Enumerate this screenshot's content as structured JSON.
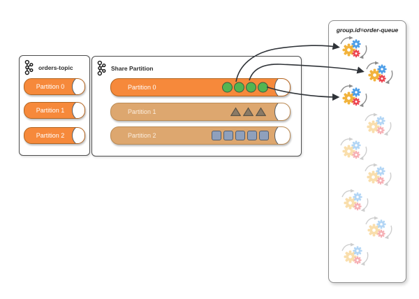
{
  "diagram": {
    "orders_topic": {
      "icon": "kafka-logo-icon",
      "title": "orders-topic",
      "partitions": [
        {
          "label": "Partition 0"
        },
        {
          "label": "Partition 1"
        },
        {
          "label": "Partition 2"
        }
      ]
    },
    "share_partition": {
      "icon": "kafka-logo-icon",
      "title": "Share Partition",
      "partitions": [
        {
          "label": "Partition 0",
          "state": "active",
          "records": {
            "shape": "circle",
            "count": 4,
            "color": "#53B552"
          }
        },
        {
          "label": "Partition 1",
          "state": "muted",
          "records": {
            "shape": "triangle",
            "count": 3,
            "color": "#8A7A66"
          }
        },
        {
          "label": "Partition 2",
          "state": "muted",
          "records": {
            "shape": "square",
            "count": 5,
            "color": "#8FA0BC"
          }
        }
      ]
    },
    "consumer_group": {
      "title": "group.id=order-queue",
      "consumers": [
        {
          "state": "active"
        },
        {
          "state": "active"
        },
        {
          "state": "active"
        },
        {
          "state": "idle"
        },
        {
          "state": "idle"
        },
        {
          "state": "idle"
        },
        {
          "state": "idle"
        },
        {
          "state": "idle"
        },
        {
          "state": "idle"
        }
      ]
    },
    "connections": [
      {
        "from": "partition-0-record-2",
        "to": "consumer-1"
      },
      {
        "from": "partition-0-record-3",
        "to": "consumer-2"
      },
      {
        "from": "partition-0-open-end",
        "to": "consumer-3"
      }
    ],
    "colors": {
      "partition_active": "#F6893B",
      "partition_muted": "#DDA76F",
      "record_circle": "#53B552",
      "record_triangle": "#8A7A66",
      "record_square": "#8FA0BC",
      "gear_yellow": "#F2B33C",
      "gear_blue": "#4D9EE8",
      "gear_red": "#EC4450",
      "arrow": "#2F3338"
    }
  }
}
